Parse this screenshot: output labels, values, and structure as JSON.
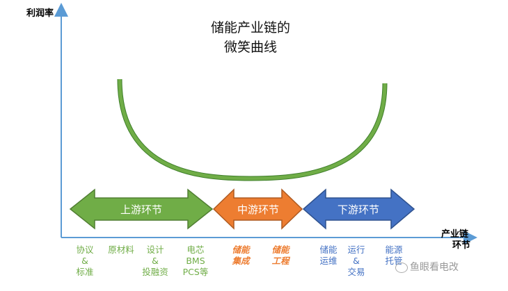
{
  "axes": {
    "y_label": "利润率",
    "x_label_line1": "产业链",
    "x_label_line2": "环节"
  },
  "title": {
    "line1": "储能产业链的",
    "line2": "微笑曲线"
  },
  "segments": {
    "upstream": "上游环节",
    "midstream": "中游环节",
    "downstream": "下游环节"
  },
  "colors": {
    "curve": "#70ad47",
    "upstream": "#70ad47",
    "midstream": "#ed7d31",
    "downstream": "#4472c4",
    "axis": "#5b9bd5"
  },
  "categories": {
    "xieyi": "协议\n&\n标准",
    "yuancailiao": "原材料",
    "sheji": "设计\n&\n投融资",
    "diaxin": "电芯\nBMS\nPCS等",
    "jicheng": "储能\n集成",
    "gongcheng": "储能\n工程",
    "yunwei": "储能\n运维",
    "yunxing": "运行\n&\n交易",
    "tuoguan": "能源\n托管"
  },
  "watermark": "鱼眼看电改"
}
